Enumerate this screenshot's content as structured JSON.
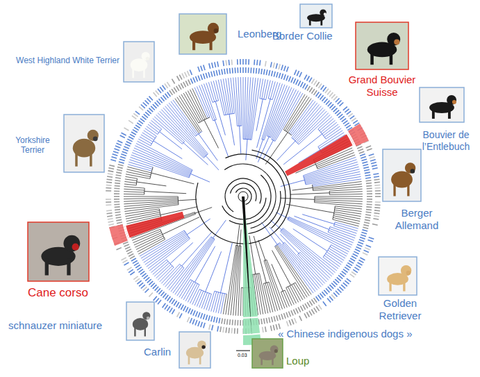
{
  "diagram": {
    "labels": [
      "Leonberg",
      "Border Collie",
      "West Highland White Terrier",
      "Grand Bouvier Suisse",
      "Bouvier de l’Entlebuch",
      "Yorkshire Terrier",
      "Berger Allemand",
      "Cane corso",
      "Golden Retriever",
      "schnauzer miniature",
      "« Chinese indigenous dogs »",
      "Carlin",
      "0.03",
      "Loup"
    ]
  }
}
